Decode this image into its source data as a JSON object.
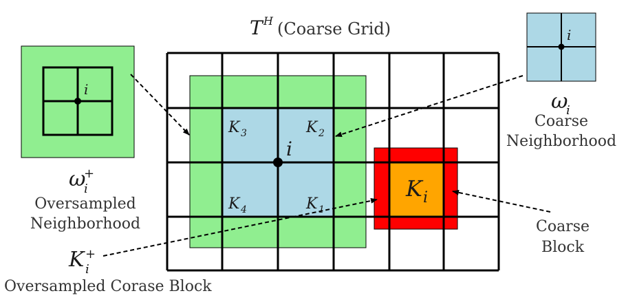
{
  "title": {
    "symbol": "T",
    "superscript": "H",
    "text": "(Coarse Grid)"
  },
  "grid_labels": {
    "center_node": "i",
    "k1": "K",
    "k1_sub": "1",
    "k2": "K",
    "k2_sub": "2",
    "k3": "K",
    "k3_sub": "3",
    "k4": "K",
    "k4_sub": "4",
    "ki": "K",
    "ki_sub": "i"
  },
  "oversampled_neighborhood": {
    "node": "i",
    "symbol": "ω",
    "sub": "i",
    "sup": "+",
    "line1": "Oversampled",
    "line2": "Neighborhood"
  },
  "coarse_neighborhood": {
    "node": "i",
    "symbol": "ω",
    "sub": "i",
    "line1": "Coarse",
    "line2": "Neighborhood"
  },
  "coarse_block": {
    "line1": "Coarse",
    "line2": "Block"
  },
  "oversampled_block": {
    "symbol": "K",
    "sub": "i",
    "sup": "+",
    "line1": "Oversampled Corase Block"
  },
  "colors": {
    "oversampled_green": "#90ee90",
    "neighborhood_blue": "#add8e6",
    "block_red": "#ff0000",
    "block_orange": "#ffa500",
    "line": "#000000"
  }
}
